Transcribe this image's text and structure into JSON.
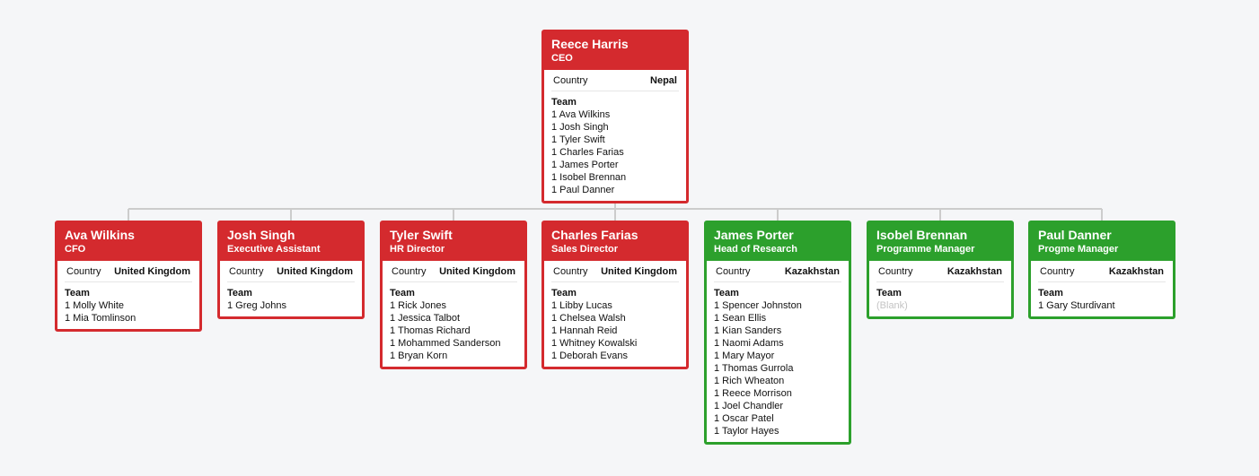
{
  "org": {
    "ceo": {
      "name": "Reece Harris",
      "role": "CEO",
      "country_label": "Country",
      "country": "Nepal",
      "team_label": "Team",
      "team": [
        "1 Ava Wilkins",
        "1 Josh Singh",
        "1 Tyler Swift",
        "1 Charles Farias",
        "1 James Porter",
        "1 Isobel Brennan",
        "1 Paul Danner"
      ],
      "color": "#d42a2e"
    },
    "reports": [
      {
        "name": "Ava Wilkins",
        "role": "CFO",
        "country_label": "Country",
        "country": "United Kingdom",
        "team_label": "Team",
        "team": [
          "1 Molly White",
          "1 Mia Tomlinson"
        ],
        "color": "#d42a2e"
      },
      {
        "name": "Josh Singh",
        "role": "Executive Assistant",
        "country_label": "Country",
        "country": "United Kingdom",
        "team_label": "Team",
        "team": [
          "1 Greg Johns"
        ],
        "color": "#d42a2e"
      },
      {
        "name": "Tyler Swift",
        "role": "HR Director",
        "country_label": "Country",
        "country": "United Kingdom",
        "team_label": "Team",
        "team": [
          "1 Rick Jones",
          "1 Jessica Talbot",
          "1 Thomas Richard",
          "1 Mohammed Sanderson",
          "1 Bryan Korn"
        ],
        "color": "#d42a2e"
      },
      {
        "name": "Charles Farias",
        "role": "Sales Director",
        "country_label": "Country",
        "country": "United Kingdom",
        "team_label": "Team",
        "team": [
          "1 Libby Lucas",
          "1 Chelsea Walsh",
          "1 Hannah Reid",
          "1 Whitney Kowalski",
          "1 Deborah Evans"
        ],
        "color": "#d42a2e"
      },
      {
        "name": "James Porter",
        "role": "Head of Research",
        "country_label": "Country",
        "country": "Kazakhstan",
        "team_label": "Team",
        "team": [
          "1 Spencer Johnston",
          "1 Sean Ellis",
          "1 Kian Sanders",
          "1 Naomi Adams",
          "1 Mary Mayor",
          "1 Thomas Gurrola",
          "1 Rich Wheaton",
          "1 Reece Morrison",
          "1 Joel Chandler",
          "1 Oscar Patel",
          "1 Taylor Hayes"
        ],
        "color": "#2ca02c"
      },
      {
        "name": "Isobel Brennan",
        "role": "Programme Manager",
        "country_label": "Country",
        "country": "Kazakhstan",
        "team_label": "Team",
        "team": [
          "(Blank)"
        ],
        "team_blank": true,
        "color": "#2ca02c"
      },
      {
        "name": "Paul Danner",
        "role": "Progme Manager",
        "country_label": "Country",
        "country": "Kazakhstan",
        "team_label": "Team",
        "team": [
          "1 Gary Sturdivant"
        ],
        "color": "#2ca02c"
      }
    ],
    "connector_color": "#cccccc"
  }
}
